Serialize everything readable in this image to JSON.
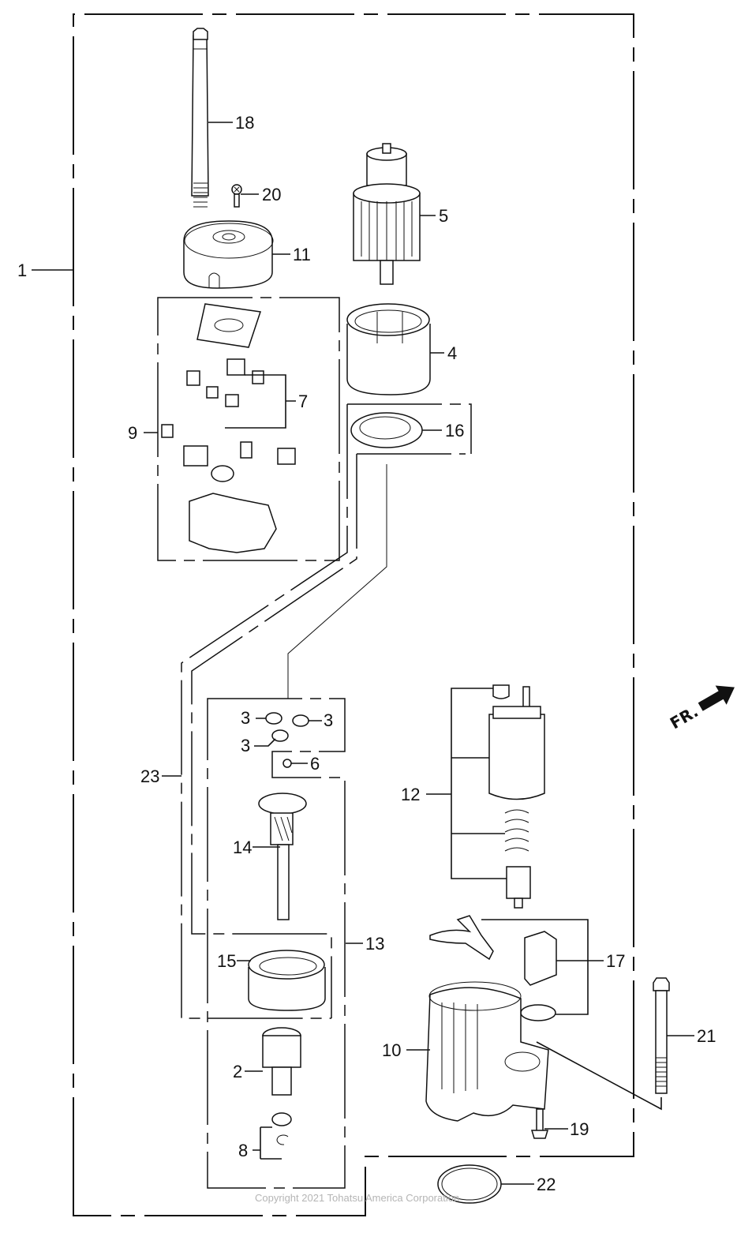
{
  "diagram": {
    "title": "Starter Motor Exploded Parts Diagram",
    "colors": {
      "line": "#111111",
      "background": "#ffffff",
      "copyright": "#b5b5b5"
    },
    "callouts": [
      {
        "id": "c1",
        "number": "1",
        "part": "starter-motor-assembly"
      },
      {
        "id": "c2",
        "number": "2",
        "part": "pinion-clutch"
      },
      {
        "id": "c3a",
        "number": "3",
        "part": "planetary-gear"
      },
      {
        "id": "c3b",
        "number": "3",
        "part": "planetary-gear"
      },
      {
        "id": "c3c",
        "number": "3",
        "part": "planetary-gear"
      },
      {
        "id": "c4",
        "number": "4",
        "part": "yoke"
      },
      {
        "id": "c5",
        "number": "5",
        "part": "armature"
      },
      {
        "id": "c6",
        "number": "6",
        "part": "steel-ball"
      },
      {
        "id": "c7",
        "number": "7",
        "part": "brush-set"
      },
      {
        "id": "c8",
        "number": "8",
        "part": "stop-ring-set"
      },
      {
        "id": "c9",
        "number": "9",
        "part": "brush-holder-set"
      },
      {
        "id": "c10",
        "number": "10",
        "part": "front-housing"
      },
      {
        "id": "c11",
        "number": "11",
        "part": "end-cover"
      },
      {
        "id": "c12",
        "number": "12",
        "part": "magnetic-switch-set"
      },
      {
        "id": "c13",
        "number": "13",
        "part": "gear-shaft-assembly"
      },
      {
        "id": "c14",
        "number": "14",
        "part": "gear-shaft"
      },
      {
        "id": "c15",
        "number": "15",
        "part": "internal-gear"
      },
      {
        "id": "c16",
        "number": "16",
        "part": "plate"
      },
      {
        "id": "c17",
        "number": "17",
        "part": "lever-set"
      },
      {
        "id": "c18",
        "number": "18",
        "part": "through-bolt"
      },
      {
        "id": "c19",
        "number": "19",
        "part": "bolt"
      },
      {
        "id": "c20",
        "number": "20",
        "part": "screw"
      },
      {
        "id": "c21",
        "number": "21",
        "part": "mounting-bolt"
      },
      {
        "id": "c22",
        "number": "22",
        "part": "o-ring"
      },
      {
        "id": "c23",
        "number": "23",
        "part": "repair-kit"
      }
    ],
    "direction_indicator": {
      "label": "FR.",
      "icon": "arrow-up-right-icon"
    },
    "copyright": "Copyright 2021 Tohatsu America Corporation"
  }
}
